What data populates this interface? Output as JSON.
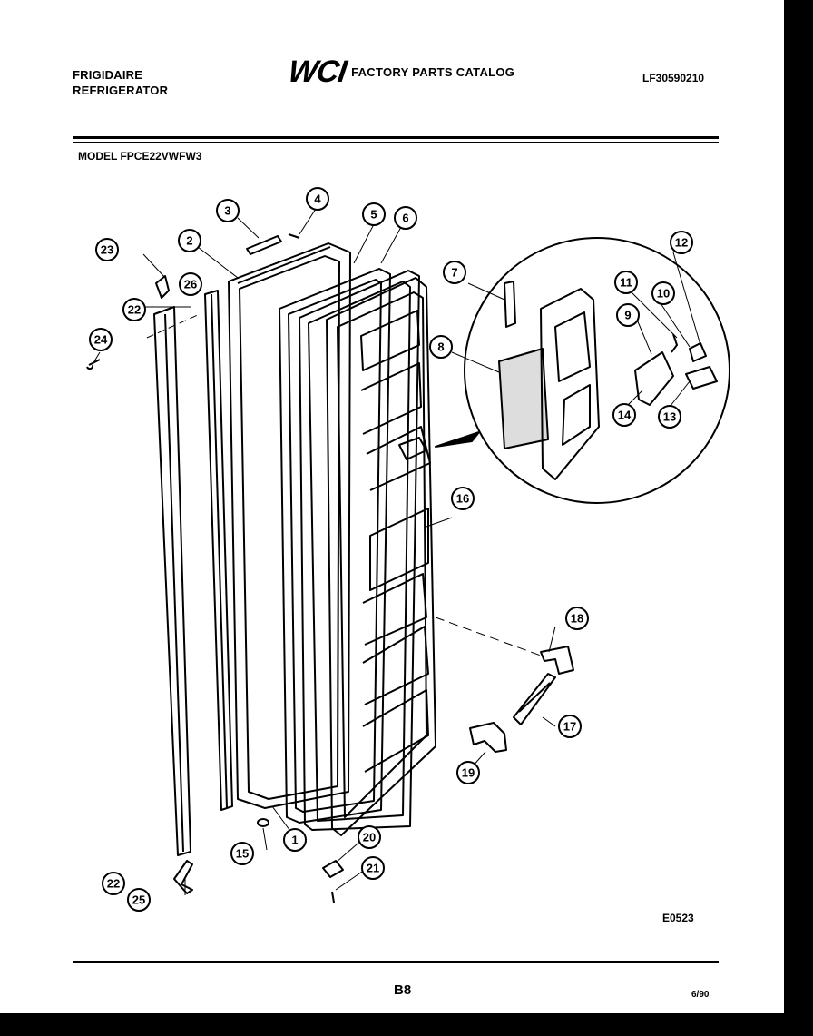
{
  "header": {
    "brand_line1": "FRIGIDAIRE",
    "brand_line2": "REFRIGERATOR",
    "logo": "WCI",
    "catalog_title": "FACTORY PARTS CATALOG",
    "catalog_number": "LF30590210"
  },
  "model_label": "MODEL FPCE22VWFW3",
  "callouts": [
    "1",
    "2",
    "3",
    "4",
    "5",
    "6",
    "7",
    "8",
    "9",
    "10",
    "11",
    "12",
    "13",
    "14",
    "15",
    "16",
    "17",
    "18",
    "19",
    "20",
    "21",
    "22",
    "22",
    "23",
    "24",
    "25",
    "26"
  ],
  "footer": {
    "drawing_code": "E0523",
    "page": "B8",
    "date": "6/90"
  }
}
